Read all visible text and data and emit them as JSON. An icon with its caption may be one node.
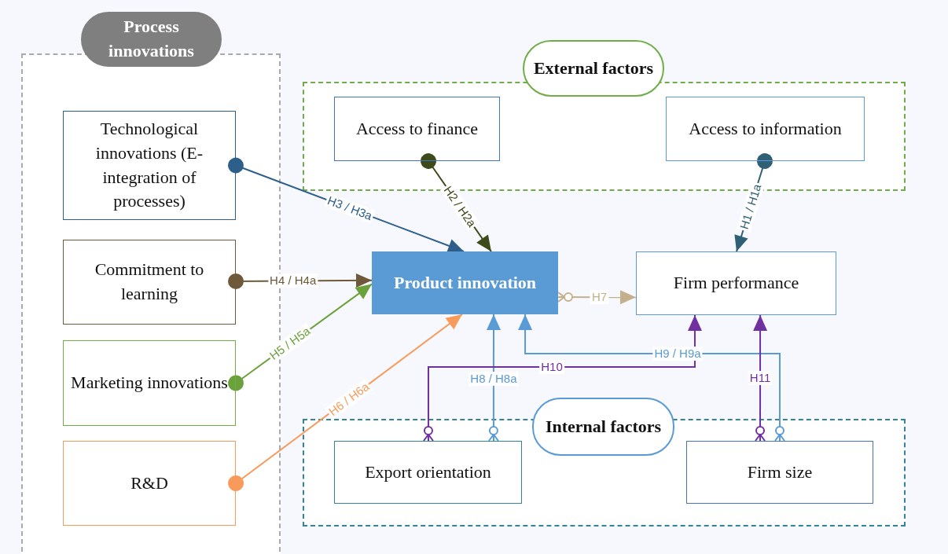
{
  "diagram": {
    "nodes": [
      {
        "text": [
          "Process innovations"
        ]
      },
      {
        "text": [
          "Technological innovations (E-integration of processes)"
        ],
        "in": 0
      },
      {
        "text": [
          "Commitment to learning"
        ],
        "in": 0
      },
      {
        "text": [
          "Marketing innovations"
        ],
        "in": 0
      },
      {
        "text": [
          "R&D"
        ],
        "in": 0
      },
      {
        "text": [
          "External factors"
        ]
      },
      {
        "text": [
          "Access to finance"
        ],
        "in": 5
      },
      {
        "text": [
          "Access to information"
        ],
        "in": 5
      },
      {
        "text": [
          "Product innovation"
        ]
      },
      {
        "text": [
          "Firm performance"
        ]
      },
      {
        "text": [
          "Internal factors"
        ]
      },
      {
        "text": [
          "Export orientation"
        ],
        "in": 10
      },
      {
        "text": [
          "Firm size"
        ],
        "in": 10
      }
    ],
    "edges": [
      {
        "from": 1,
        "to": 8,
        "arrow": "to",
        "label": "H3 / H3a",
        "color": "#2e5f8a"
      },
      {
        "from": 6,
        "to": 8,
        "arrow": "to",
        "label": "H2 / H2a",
        "color": "#3d4a1a"
      },
      {
        "from": 7,
        "to": 9,
        "arrow": "to",
        "label": "H1 / H1a",
        "color": "#2f6075"
      },
      {
        "from": 2,
        "to": 8,
        "arrow": "to",
        "label": "H4 / H4a",
        "color": "#6e5a3a"
      },
      {
        "from": 3,
        "to": 8,
        "arrow": "to",
        "label": "H5 / H5a",
        "color": "#6aa13a"
      },
      {
        "from": 4,
        "to": 8,
        "arrow": "to",
        "label": "H6 / H6a",
        "color": "#f79a5a"
      },
      {
        "from": 8,
        "to": 9,
        "arrow": "to",
        "label": "H7",
        "color": "#c4b08c"
      },
      {
        "from": 11,
        "to": 8,
        "arrow": "to",
        "label": "H8 / H8a",
        "color": "#5b9bd5"
      },
      {
        "from": 12,
        "to": 8,
        "arrow": "to",
        "label": "H9 / H9a",
        "color": "#5b9bd5"
      },
      {
        "from": 11,
        "to": 9,
        "arrow": "to",
        "label": "H10",
        "color": "#7030a0"
      },
      {
        "from": 12,
        "to": 9,
        "arrow": "to",
        "label": "H11",
        "color": "#7030a0"
      }
    ]
  }
}
